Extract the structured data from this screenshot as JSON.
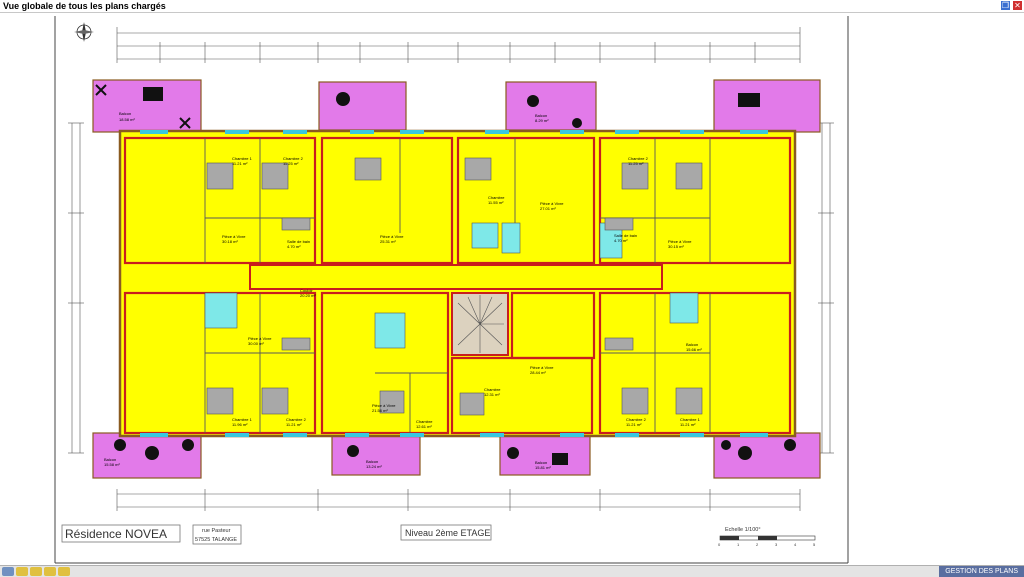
{
  "window": {
    "title": "Vue globale de tous les plans chargés"
  },
  "colors": {
    "floor": "#ffff00",
    "exterior": "#e27ae9",
    "wall": "#c81e1e",
    "stair": "#dcd2bf",
    "wet": "#7ee8e8",
    "status_accent": "#5a6ea0"
  },
  "plan": {
    "project_name": "Résidence NOVEA",
    "address_line1": "rue Pasteur",
    "address_line2": "57525 TALANGE",
    "level": "Niveau 2ème ETAGE",
    "scale": "Echelle 1/100°",
    "scale_ticks": [
      "0",
      "1",
      "2",
      "3",
      "4",
      "5"
    ],
    "compass": "N",
    "rooms": [
      {
        "label": "Balcon",
        "area": "18.58 m²"
      },
      {
        "label": "Chambre 1",
        "area": "11.21 m²"
      },
      {
        "label": "Chambre 2",
        "area": "11.25 m²"
      },
      {
        "label": "Pièce à Vivre",
        "area": "30.18 m²"
      },
      {
        "label": "Salle de bain",
        "area": "4.70 m²"
      },
      {
        "label": "Pièce à Vivre",
        "area": "25.31 m²"
      },
      {
        "label": "Chambre",
        "area": "11.55 m²"
      },
      {
        "label": "Pièce à Vivre",
        "area": "27.01 m²"
      },
      {
        "label": "Chambre 2",
        "area": "11.25 m²"
      },
      {
        "label": "Pièce à Vivre",
        "area": "30.15 m²"
      },
      {
        "label": "Salle de bain",
        "area": "4.70 m²"
      },
      {
        "label": "Couloir",
        "area": "20.20 m²"
      },
      {
        "label": "Pièce à Vivre",
        "area": "30.00 m²"
      },
      {
        "label": "Pièce à Vivre",
        "area": "21.56 m²"
      },
      {
        "label": "Chambre",
        "area": "12.61 m²"
      },
      {
        "label": "Pièce à Vivre",
        "area": "28.44 m²"
      },
      {
        "label": "Chambre",
        "area": "12.31 m²"
      },
      {
        "label": "Chambre 1",
        "area": "11.96 m²"
      },
      {
        "label": "Chambre 2",
        "area": "11.21 m²"
      },
      {
        "label": "Chambre 2",
        "area": "11.21 m²"
      },
      {
        "label": "Chambre 1",
        "area": "11.21 m²"
      },
      {
        "label": "Balcon",
        "area": "15.58 m²"
      },
      {
        "label": "Balcon",
        "area": "8.29 m²"
      },
      {
        "label": "Balcon",
        "area": "15.66 m²"
      },
      {
        "label": "Balcon",
        "area": "13.24 m²"
      },
      {
        "label": "Balcon",
        "area": "15.81 m²"
      }
    ]
  },
  "statusbar": {
    "right_label": "GESTION DES PLANS"
  }
}
